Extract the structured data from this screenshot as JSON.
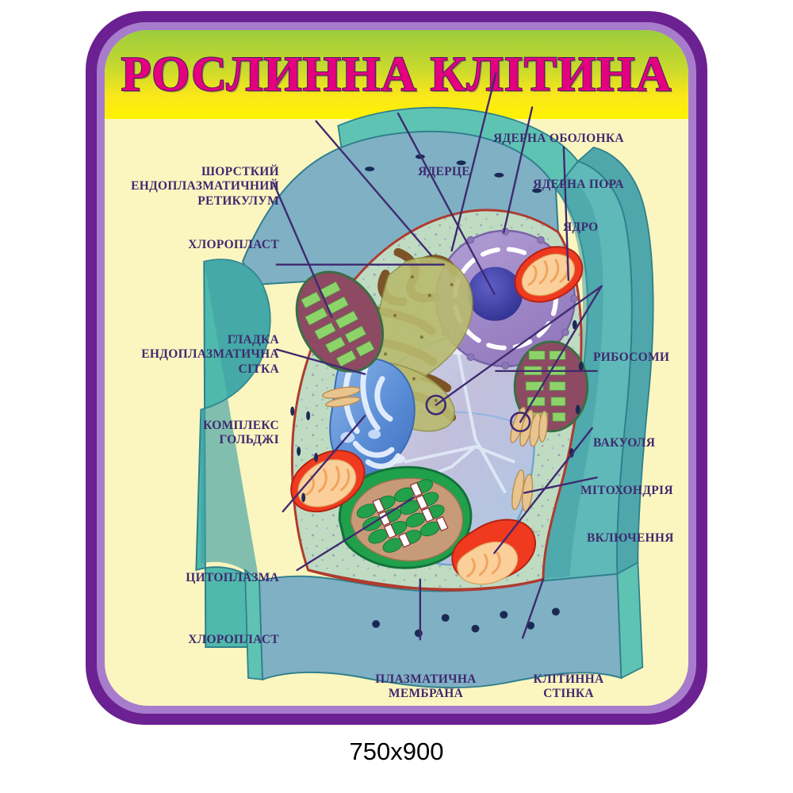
{
  "poster": {
    "title": "РОСЛИННА КЛІТИНА",
    "caption": "750x900",
    "colors": {
      "frame_outer": "#6b2191",
      "frame_inner": "#a87ccc",
      "body_bg": "#fbf6bf",
      "banner_top": "#9ccc3c",
      "banner_bottom": "#fff200",
      "title_fill": "#e4007f",
      "title_stroke": "#4a1d63",
      "label_text": "#3f2a70",
      "leader_line": "#3f2a70",
      "cell_wall": "#7fb0c4",
      "cell_wall_edge": "#4fb9ab",
      "cytoplasm": "#b8d9bd",
      "plasma_membrane": "#b03a2e",
      "nucleus": "#a48cc8",
      "nucleolus": "#4a49a8",
      "vacuole": "#b9d4ee",
      "chloroplast_green": "#22a04a",
      "chloroplast_maroon": "#8e4a63",
      "mitochondria": "#f03a20",
      "golgi": "#5c8fd6",
      "rough_er": "#8a5a2b",
      "smooth_er": "#b7ba6e",
      "inclusion": "#e0b87a"
    }
  },
  "labels": {
    "rough_er": {
      "text": "ШОРСТКИЙ\nЕНДОПЛАЗМАТИЧНИЙ\nРЕТИКУЛУМ",
      "align": "right"
    },
    "chloroplast_top": {
      "text": "ХЛОРОПЛАСТ",
      "align": "right"
    },
    "smooth_er": {
      "text": "ГЛАДКА\nЕНДОПЛАЗМАТИЧНА\nСІТКА",
      "align": "right"
    },
    "golgi": {
      "text": "КОМПЛЕКС\nГОЛЬДЖІ",
      "align": "right"
    },
    "cytoplasm": {
      "text": "ЦИТОПЛАЗМА",
      "align": "right"
    },
    "chloroplast_bottom": {
      "text": "ХЛОРОПЛАСТ",
      "align": "right"
    },
    "nucleolus": {
      "text": "ЯДЕРЦЕ",
      "align": "center"
    },
    "nuclear_envelope": {
      "text": "ЯДЕРНА ОБОЛОНКА",
      "align": "left"
    },
    "nuclear_pore": {
      "text": "ЯДЕРНА ПОРА",
      "align": "left"
    },
    "nucleus": {
      "text": "ЯДРО",
      "align": "left"
    },
    "ribosomes": {
      "text": "РИБОСОМИ",
      "align": "left"
    },
    "vacuole": {
      "text": "ВАКУОЛЯ",
      "align": "left"
    },
    "mitochondria": {
      "text": "МІТОХОНДРІЯ",
      "align": "left"
    },
    "inclusion": {
      "text": "ВКЛЮЧЕННЯ",
      "align": "left"
    },
    "plasma_membrane": {
      "text": "ПЛАЗМАТИЧНА\nМЕМБРАНА",
      "align": "center"
    },
    "cell_wall": {
      "text": "КЛІТИННА\nСТІНКА",
      "align": "center"
    }
  }
}
